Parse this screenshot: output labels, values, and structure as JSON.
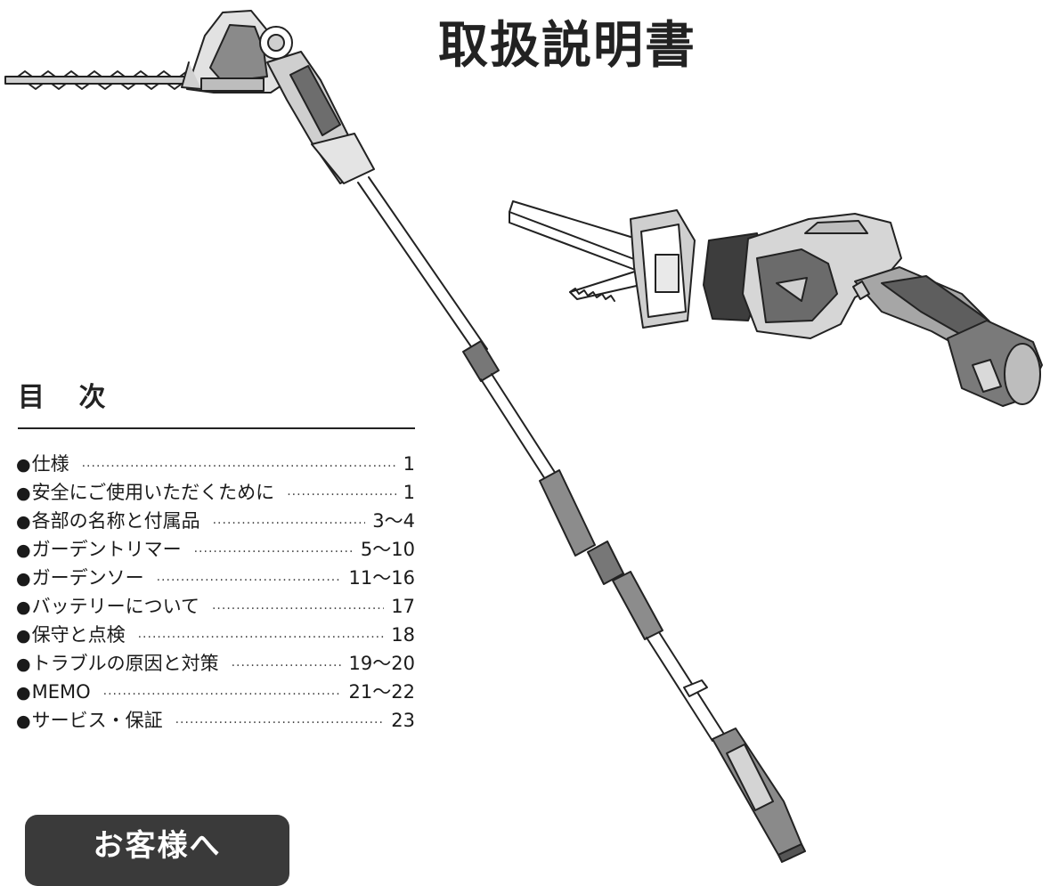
{
  "document": {
    "title": "取扱説明書"
  },
  "toc": {
    "heading": "目 次",
    "bullet": "●",
    "items": [
      {
        "label": "仕様",
        "page": "1"
      },
      {
        "label": "安全にご使用いただくために",
        "page": "1"
      },
      {
        "label": "各部の名称と付属品",
        "page": "3〜4"
      },
      {
        "label": "ガーデントリマー",
        "page": "5〜10"
      },
      {
        "label": "ガーデンソー",
        "page": "11〜16"
      },
      {
        "label": "バッテリーについて",
        "page": "17"
      },
      {
        "label": "保守と点検",
        "page": "18"
      },
      {
        "label": "トラブルの原因と対策",
        "page": "19〜20"
      },
      {
        "label": "MEMO",
        "page": "21〜22"
      },
      {
        "label": "サービス・保証",
        "page": "23"
      }
    ]
  },
  "customer_notice": {
    "label": "お客様へ"
  },
  "illustrations": {
    "pole_trimmer": "pole-hedge-trimmer-illustration",
    "reciprocating_saw": "reciprocating-saw-illustration"
  },
  "colors": {
    "ink": "#222222",
    "tool_dark": "#555555",
    "tool_light": "#d8d8d8",
    "notice_bg": "#3a3a3a"
  }
}
